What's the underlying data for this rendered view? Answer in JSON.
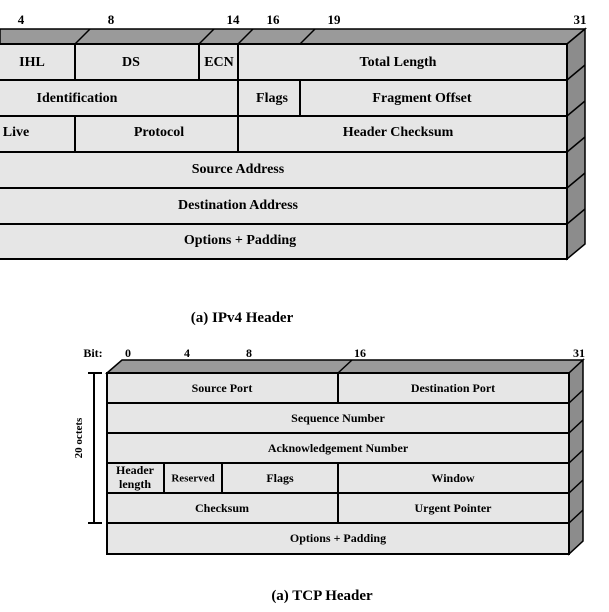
{
  "ipv4": {
    "bit_ticks": [
      "4",
      "8",
      "14",
      "16",
      "19",
      "31"
    ],
    "fields": {
      "ihl": "IHL",
      "ds": "DS",
      "ecn": "ECN",
      "total_length": "Total Length",
      "identification": "Identification",
      "flags": "Flags",
      "fragment_offset": "Fragment Offset",
      "time_to_live": "Live",
      "protocol": "Protocol",
      "header_checksum": "Header Checksum",
      "source_address": "Source Address",
      "destination_address": "Destination Address",
      "options_padding": "Options + Padding"
    },
    "caption": "(a) IPv4 Header"
  },
  "tcp": {
    "bit_label": "Bit:",
    "bit_ticks": [
      "0",
      "4",
      "8",
      "16",
      "31"
    ],
    "side_label": "20 octets",
    "fields": {
      "source_port": "Source Port",
      "destination_port": "Destination Port",
      "sequence_number": "Sequence Number",
      "acknowledgement_number": "Acknowledgement Number",
      "header_length_1": "Header",
      "header_length_2": "length",
      "reserved": "Reserved",
      "flags": "Flags",
      "window": "Window",
      "checksum": "Checksum",
      "urgent_pointer": "Urgent Pointer",
      "options_padding": "Options + Padding"
    },
    "caption": "(a) TCP Header"
  }
}
